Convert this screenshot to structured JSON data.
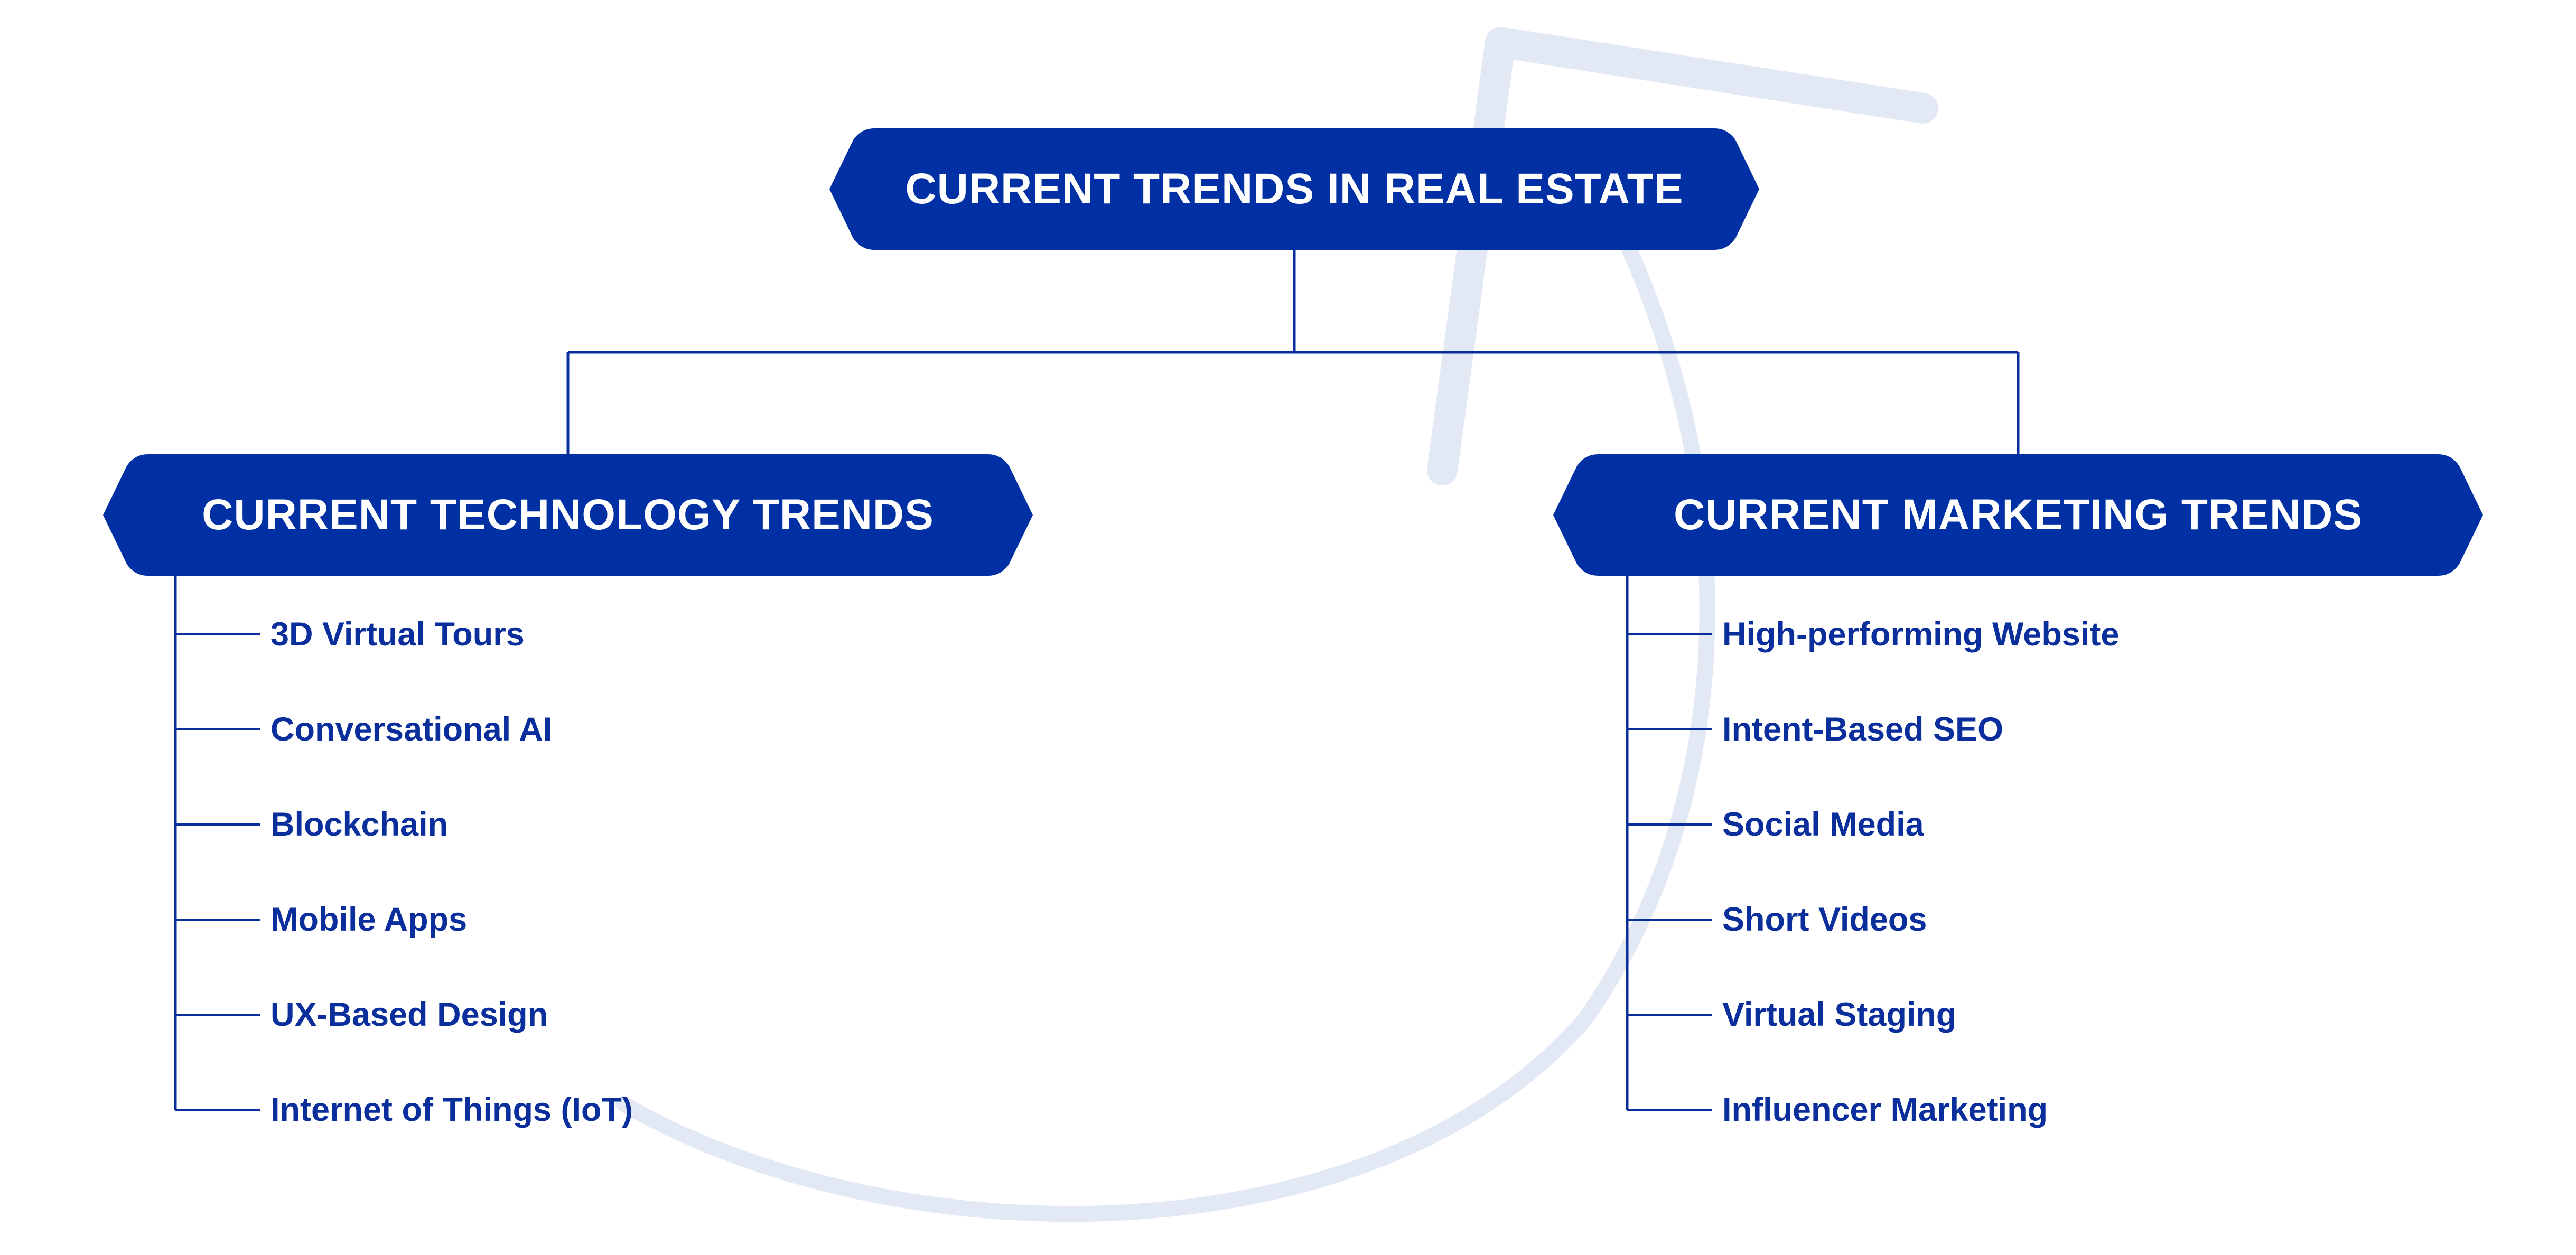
{
  "colors": {
    "primary": "#0030a3",
    "text": "#0a2f9c",
    "line": "#0a2f9c",
    "decor": "#e3e8f5"
  },
  "root": {
    "title": "CURRENT TRENDS IN REAL ESTATE"
  },
  "branches": [
    {
      "title": "CURRENT TECHNOLOGY TRENDS",
      "items": [
        "3D Virtual Tours",
        "Conversational AI",
        "Blockchain",
        "Mobile Apps",
        "UX-Based Design",
        "Internet of Things (IoT)"
      ]
    },
    {
      "title": "CURRENT MARKETING TRENDS",
      "items": [
        "High-performing Website",
        "Intent-Based SEO",
        "Social Media",
        "Short Videos",
        "Virtual Staging",
        "Influencer Marketing"
      ]
    }
  ]
}
